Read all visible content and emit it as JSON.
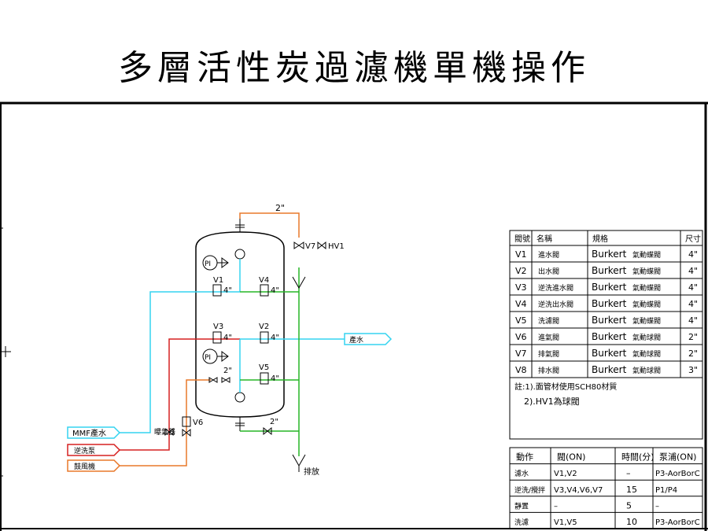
{
  "title": "多層活性炭過濾機單機操作",
  "colors": {
    "cyan": "#35d4f0",
    "red": "#d62020",
    "orange": "#e8782a",
    "green": "#26b526",
    "frame": "#000000"
  },
  "labels": {
    "top_pipe_size": "2\"",
    "v7_label": "V7",
    "hv1_label": "HV1",
    "pi_top": "PI",
    "pi_mid": "PI",
    "v1": "V1",
    "v1_size": "4\"",
    "v4": "V4",
    "v4_size": "4\"",
    "v3": "V3",
    "v3_size": "4\"",
    "v2": "V2",
    "v2_size": "4\"",
    "v5": "V5",
    "v5_size": "4\"",
    "v8_size": "2\"",
    "v6_label": "V6",
    "bottom_pipe_size": "2\"",
    "outlet_water": "產水",
    "drain": "排放",
    "mixer": "曝氣器",
    "inlet_mmf": "MMF產水",
    "inlet_backwash": "逆洗泵",
    "inlet_air": "鼓風機"
  },
  "valve_table": {
    "headers": [
      "閥號",
      "名稱",
      "規格",
      "尺寸"
    ],
    "rows": [
      {
        "id": "V1",
        "name": "進水閥",
        "brand": "Burkert",
        "type": "氣動蝶閥",
        "size": "4\""
      },
      {
        "id": "V2",
        "name": "出水閥",
        "brand": "Burkert",
        "type": "氣動蝶閥",
        "size": "4\""
      },
      {
        "id": "V3",
        "name": "逆洗進水閥",
        "brand": "Burkert",
        "type": "氣動蝶閥",
        "size": "4\""
      },
      {
        "id": "V4",
        "name": "逆洗出水閥",
        "brand": "Burkert",
        "type": "氣動蝶閥",
        "size": "4\""
      },
      {
        "id": "V5",
        "name": "洗濾閥",
        "brand": "Burkert",
        "type": "氣動蝶閥",
        "size": "4\""
      },
      {
        "id": "V6",
        "name": "進氣閥",
        "brand": "Burkert",
        "type": "氣動球閥",
        "size": "2\""
      },
      {
        "id": "V7",
        "name": "排氣閥",
        "brand": "Burkert",
        "type": "氣動球閥",
        "size": "2\""
      },
      {
        "id": "V8",
        "name": "排水閥",
        "brand": "Burkert",
        "type": "氣動球閥",
        "size": "3\""
      }
    ],
    "note1": "註:1).面管材使用SCH80材質",
    "note2": "2).HV1為球閥"
  },
  "operation_table": {
    "headers": [
      "動作",
      "閥(ON)",
      "時間(分)",
      "泵浦(ON)"
    ],
    "rows": [
      {
        "action": "濾水",
        "valves": "V1,V2",
        "time": "–",
        "pump": "P3-AorBorC"
      },
      {
        "action": "逆洗/攪拌",
        "valves": "V3,V4,V6,V7",
        "time": "15",
        "pump": "P1/P4"
      },
      {
        "action": "靜置",
        "valves": "–",
        "time": "5",
        "pump": "–"
      },
      {
        "action": "洗濾",
        "valves": "V1,V5",
        "time": "10",
        "pump": "P3-AorBorC"
      }
    ]
  }
}
